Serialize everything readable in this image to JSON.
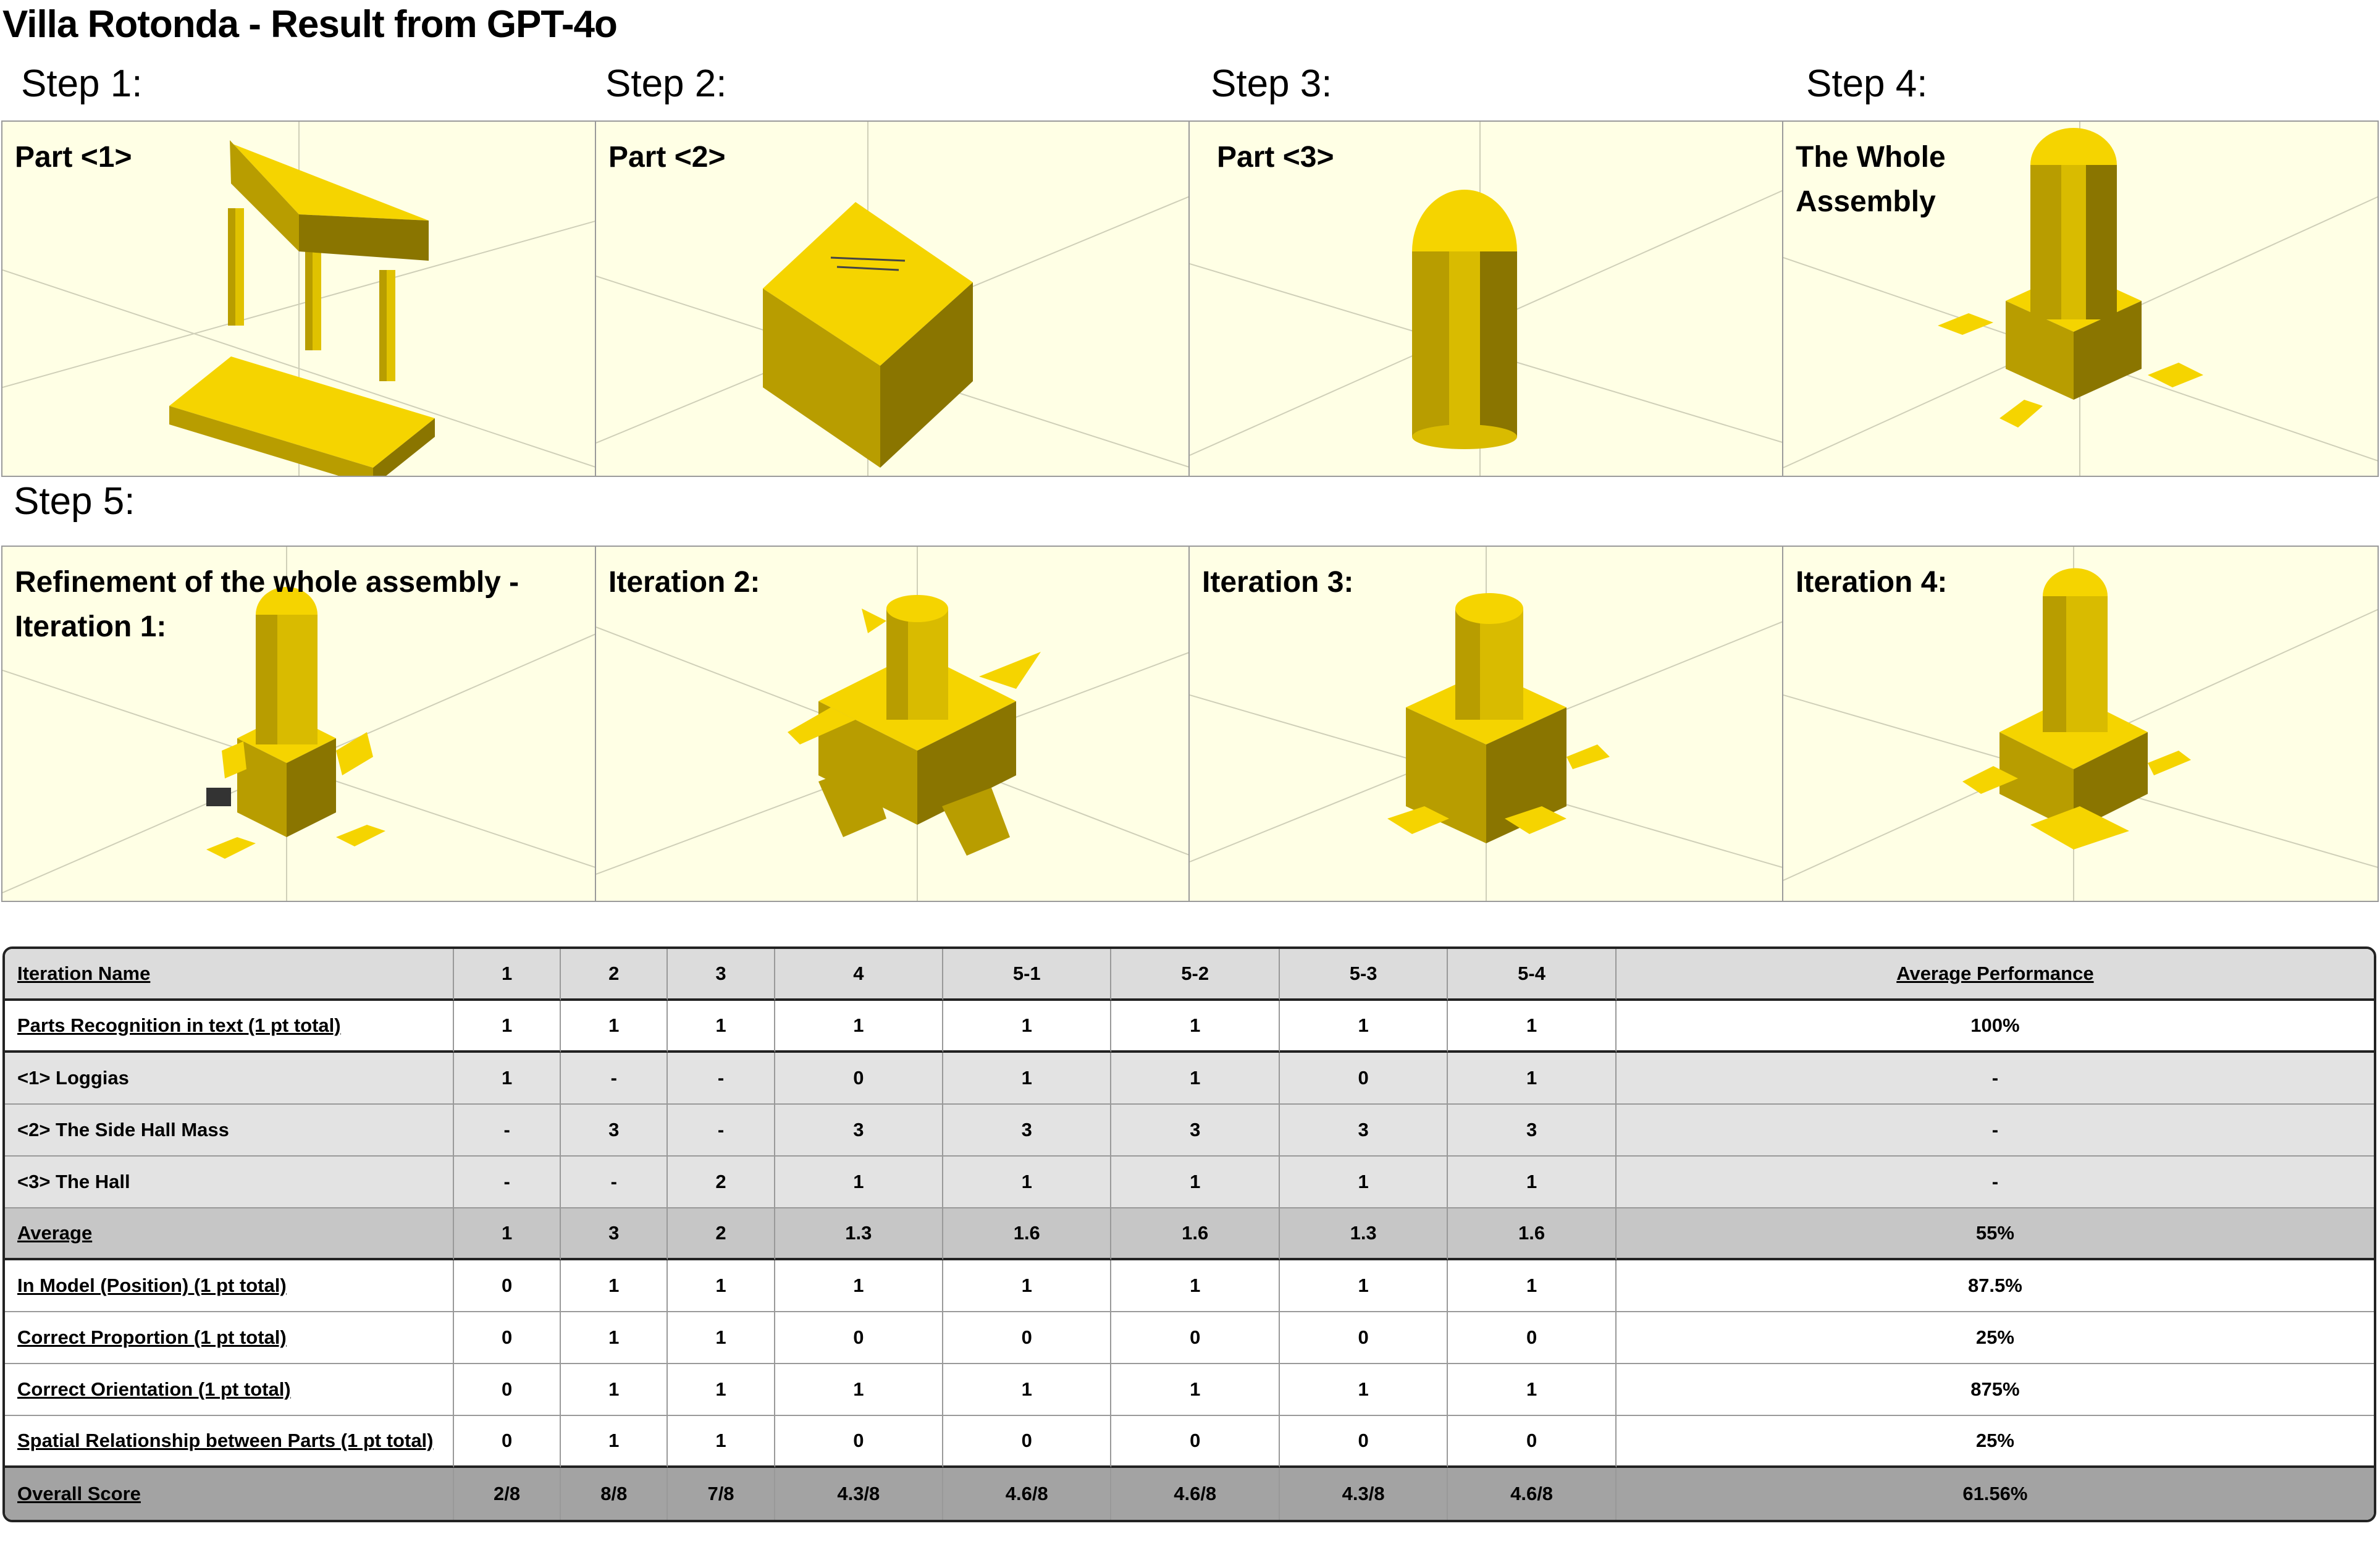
{
  "title": "Villa Rotonda - Result from GPT-4o",
  "steps": {
    "s1": "Step 1:",
    "s2": "Step 2:",
    "s3": "Step 3:",
    "s4": "Step 4:",
    "s5": "Step 5:"
  },
  "panels": {
    "p1": "Part <1>",
    "p2": "Part <2>",
    "p3": "Part <3>",
    "p4a": "The Whole",
    "p4b": "Assembly",
    "r1a": "Refinement of the whole assembly -",
    "r1b": "Iteration 1:",
    "r2": "Iteration 2:",
    "r3": "Iteration 3:",
    "r4": "Iteration 4:"
  },
  "colors": {
    "background": "#ffffe5",
    "model": "#f5d400",
    "model_dark": "#b89d00"
  },
  "table": {
    "header": [
      "Iteration Name",
      "1",
      "2",
      "3",
      "4",
      "5-1",
      "5-2",
      "5-3",
      "5-4",
      "Average Performance"
    ],
    "rows": [
      [
        "Parts Recognition in text (1 pt total)",
        "1",
        "1",
        "1",
        "1",
        "1",
        "1",
        "1",
        "1",
        "100%"
      ],
      [
        "<1> Loggias",
        "1",
        "-",
        "-",
        "0",
        "1",
        "1",
        "0",
        "1",
        "-"
      ],
      [
        "<2> The Side Hall Mass",
        "-",
        "3",
        "-",
        "3",
        "3",
        "3",
        "3",
        "3",
        "-"
      ],
      [
        "<3> The Hall",
        "-",
        "-",
        "2",
        "1",
        "1",
        "1",
        "1",
        "1",
        "-"
      ],
      [
        "Average",
        "1",
        "3",
        "2",
        "1.3",
        "1.6",
        "1.6",
        "1.3",
        "1.6",
        "55%"
      ],
      [
        "In Model (Position) (1 pt total)",
        "0",
        "1",
        "1",
        "1",
        "1",
        "1",
        "1",
        "1",
        "87.5%"
      ],
      [
        "Correct Proportion (1 pt total)",
        "0",
        "1",
        "1",
        "0",
        "0",
        "0",
        "0",
        "0",
        "25%"
      ],
      [
        "Correct Orientation (1 pt total)",
        "0",
        "1",
        "1",
        "1",
        "1",
        "1",
        "1",
        "1",
        "875%"
      ],
      [
        "Spatial Relationship between Parts (1 pt total)",
        "0",
        "1",
        "1",
        "0",
        "0",
        "0",
        "0",
        "0",
        "25%"
      ],
      [
        "Overall Score",
        "2/8",
        "8/8",
        "7/8",
        "4.3/8",
        "4.6/8",
        "4.6/8",
        "4.3/8",
        "4.6/8",
        "61.56%"
      ]
    ]
  }
}
